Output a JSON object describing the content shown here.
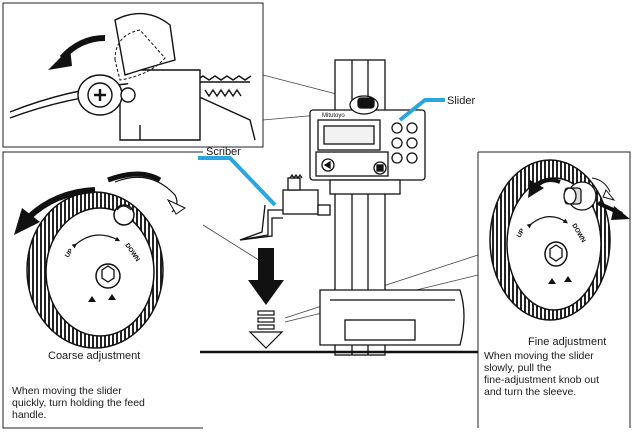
{
  "labels": {
    "slider": "Slider",
    "scriber": "Scriber",
    "coarse_title": "Coarse adjustment",
    "fine_title": "Fine adjustment",
    "brand": "Mitutoyo",
    "wheel_up": "UP",
    "wheel_down": "DOWN"
  },
  "coarse_text": [
    "When moving the slider",
    "quickly, turn holding the feed",
    "handle."
  ],
  "fine_text": [
    "When moving the slider",
    "slowly, pull the",
    "fine-adjustment knob out",
    "and turn the sleeve."
  ],
  "colors": {
    "accent": "#29a6e0",
    "ink": "#1a1a1a"
  },
  "icons": [
    "curved-arrow-icon",
    "down-arrow-icon",
    "pull-arrow-icon"
  ]
}
